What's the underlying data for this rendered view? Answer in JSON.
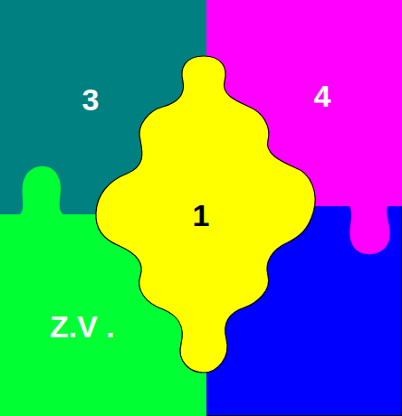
{
  "diagram": {
    "nodes": [
      {
        "text": [
          "3"
        ]
      },
      {
        "text": [
          "4"
        ]
      },
      {
        "text": [
          "Z.V ."
        ]
      },
      {
        "text": [
          "1"
        ]
      }
    ]
  }
}
